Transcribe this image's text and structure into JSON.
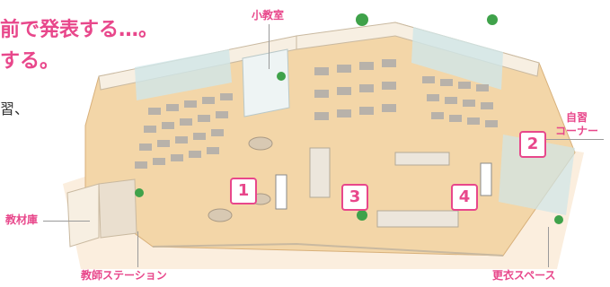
{
  "headline": {
    "line1": "前で発表する…。",
    "line2": "する。"
  },
  "body_fragment": "習、",
  "labels": {
    "small_classroom": "小教室",
    "self_study_line1": "自習",
    "self_study_line2": "コーナー",
    "material_storage": "教材庫",
    "teacher_station": "教師ステーション",
    "changing_space": "更衣スペース"
  },
  "zones": [
    "1",
    "2",
    "3",
    "4"
  ],
  "colors": {
    "accent": "#e8478b",
    "floor": "#f3d6a8",
    "wall": "#f7efe2",
    "glass": "#cfe6e8",
    "furniture": "#b8b2aa",
    "plant": "#3fa24a"
  }
}
